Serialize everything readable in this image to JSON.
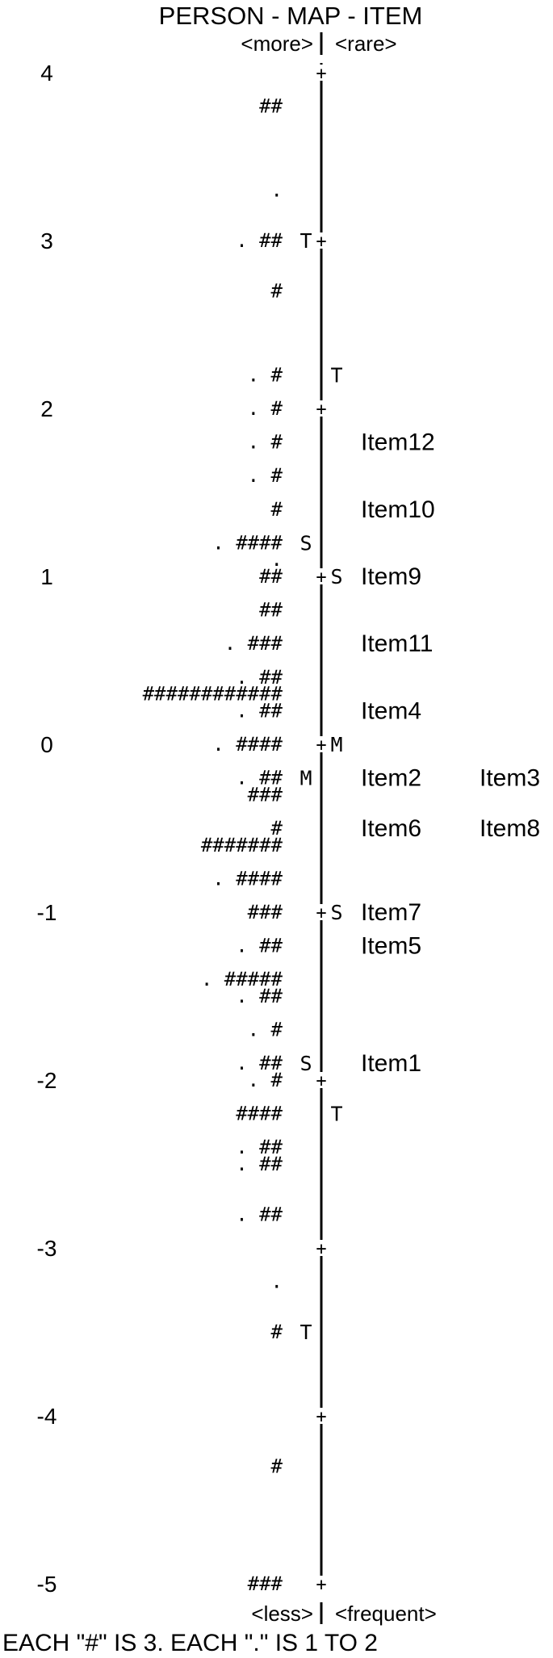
{
  "chart_data": {
    "type": "person-item map",
    "title": "PERSON - MAP - ITEM",
    "top_labels": {
      "left": "<more>",
      "right": "<rare>"
    },
    "bottom_labels": {
      "left": "<less>",
      "right": "<frequent>"
    },
    "footer": "EACH \"#\" IS 3. EACH \".\" IS 1 TO 2",
    "axis": {
      "ticks": [
        4,
        3,
        2,
        1,
        0,
        -1,
        -2,
        -3,
        -4,
        -5
      ],
      "ylim": [
        -5,
        4
      ]
    },
    "person_rows": [
      {
        "y": 3.8,
        "marks": "##"
      },
      {
        "y": 3.3,
        "marks": "."
      },
      {
        "y": 3.0,
        "marks": ". ##"
      },
      {
        "y": 2.7,
        "marks": "#"
      },
      {
        "y": 2.2,
        "marks": ". #"
      },
      {
        "y": 2.0,
        "marks": ". #"
      },
      {
        "y": 1.8,
        "marks": ". #"
      },
      {
        "y": 1.6,
        "marks": ". #"
      },
      {
        "y": 1.4,
        "marks": "#"
      },
      {
        "y": 1.2,
        "marks": ". ####"
      },
      {
        "y": 1.1,
        "marks": "."
      },
      {
        "y": 1.0,
        "marks": "##"
      },
      {
        "y": 0.8,
        "marks": "##"
      },
      {
        "y": 0.6,
        "marks": ". ###"
      },
      {
        "y": 0.4,
        "marks": ". ##"
      },
      {
        "y": 0.3,
        "marks": "############"
      },
      {
        "y": 0.2,
        "marks": ". ##"
      },
      {
        "y": 0.0,
        "marks": ". ####"
      },
      {
        "y": -0.2,
        "marks": ". ##"
      },
      {
        "y": -0.3,
        "marks": "###"
      },
      {
        "y": -0.5,
        "marks": "#"
      },
      {
        "y": -0.6,
        "marks": "#######"
      },
      {
        "y": -0.8,
        "marks": ". ####"
      },
      {
        "y": -1.0,
        "marks": "###"
      },
      {
        "y": -1.2,
        "marks": ". ##"
      },
      {
        "y": -1.4,
        "marks": ". #####"
      },
      {
        "y": -1.5,
        "marks": ". ##"
      },
      {
        "y": -1.7,
        "marks": ". #"
      },
      {
        "y": -1.9,
        "marks": ". ##"
      },
      {
        "y": -2.0,
        "marks": ". #"
      },
      {
        "y": -2.2,
        "marks": "####"
      },
      {
        "y": -2.4,
        "marks": ". ##"
      },
      {
        "y": -2.5,
        "marks": ". ##"
      },
      {
        "y": -2.8,
        "marks": ". ##"
      },
      {
        "y": -3.2,
        "marks": "."
      },
      {
        "y": -3.5,
        "marks": "#"
      },
      {
        "y": -4.3,
        "marks": "#"
      },
      {
        "y": -5.0,
        "marks": "###"
      }
    ],
    "person_markers": [
      {
        "label": "T",
        "y": 3.0
      },
      {
        "label": "S",
        "y": 1.2
      },
      {
        "label": "M",
        "y": -0.2
      },
      {
        "label": "S",
        "y": -1.9
      },
      {
        "label": "T",
        "y": -3.5
      }
    ],
    "item_markers": [
      {
        "label": "T",
        "y": 2.2
      },
      {
        "label": "S",
        "y": 1.0
      },
      {
        "label": "M",
        "y": 0.0
      },
      {
        "label": "S",
        "y": -1.0
      },
      {
        "label": "T",
        "y": -2.2
      }
    ],
    "items": [
      {
        "y": 1.8,
        "labels": [
          "Item12"
        ]
      },
      {
        "y": 1.4,
        "labels": [
          "Item10"
        ]
      },
      {
        "y": 1.0,
        "labels": [
          "Item9"
        ]
      },
      {
        "y": 0.6,
        "labels": [
          "Item11"
        ]
      },
      {
        "y": 0.2,
        "labels": [
          "Item4"
        ]
      },
      {
        "y": -0.2,
        "labels": [
          "Item2",
          "Item3"
        ]
      },
      {
        "y": -0.5,
        "labels": [
          "Item6",
          "Item8"
        ]
      },
      {
        "y": -1.0,
        "labels": [
          "Item7"
        ]
      },
      {
        "y": -1.2,
        "labels": [
          "Item5"
        ]
      },
      {
        "y": -1.9,
        "labels": [
          "Item1"
        ]
      }
    ]
  }
}
